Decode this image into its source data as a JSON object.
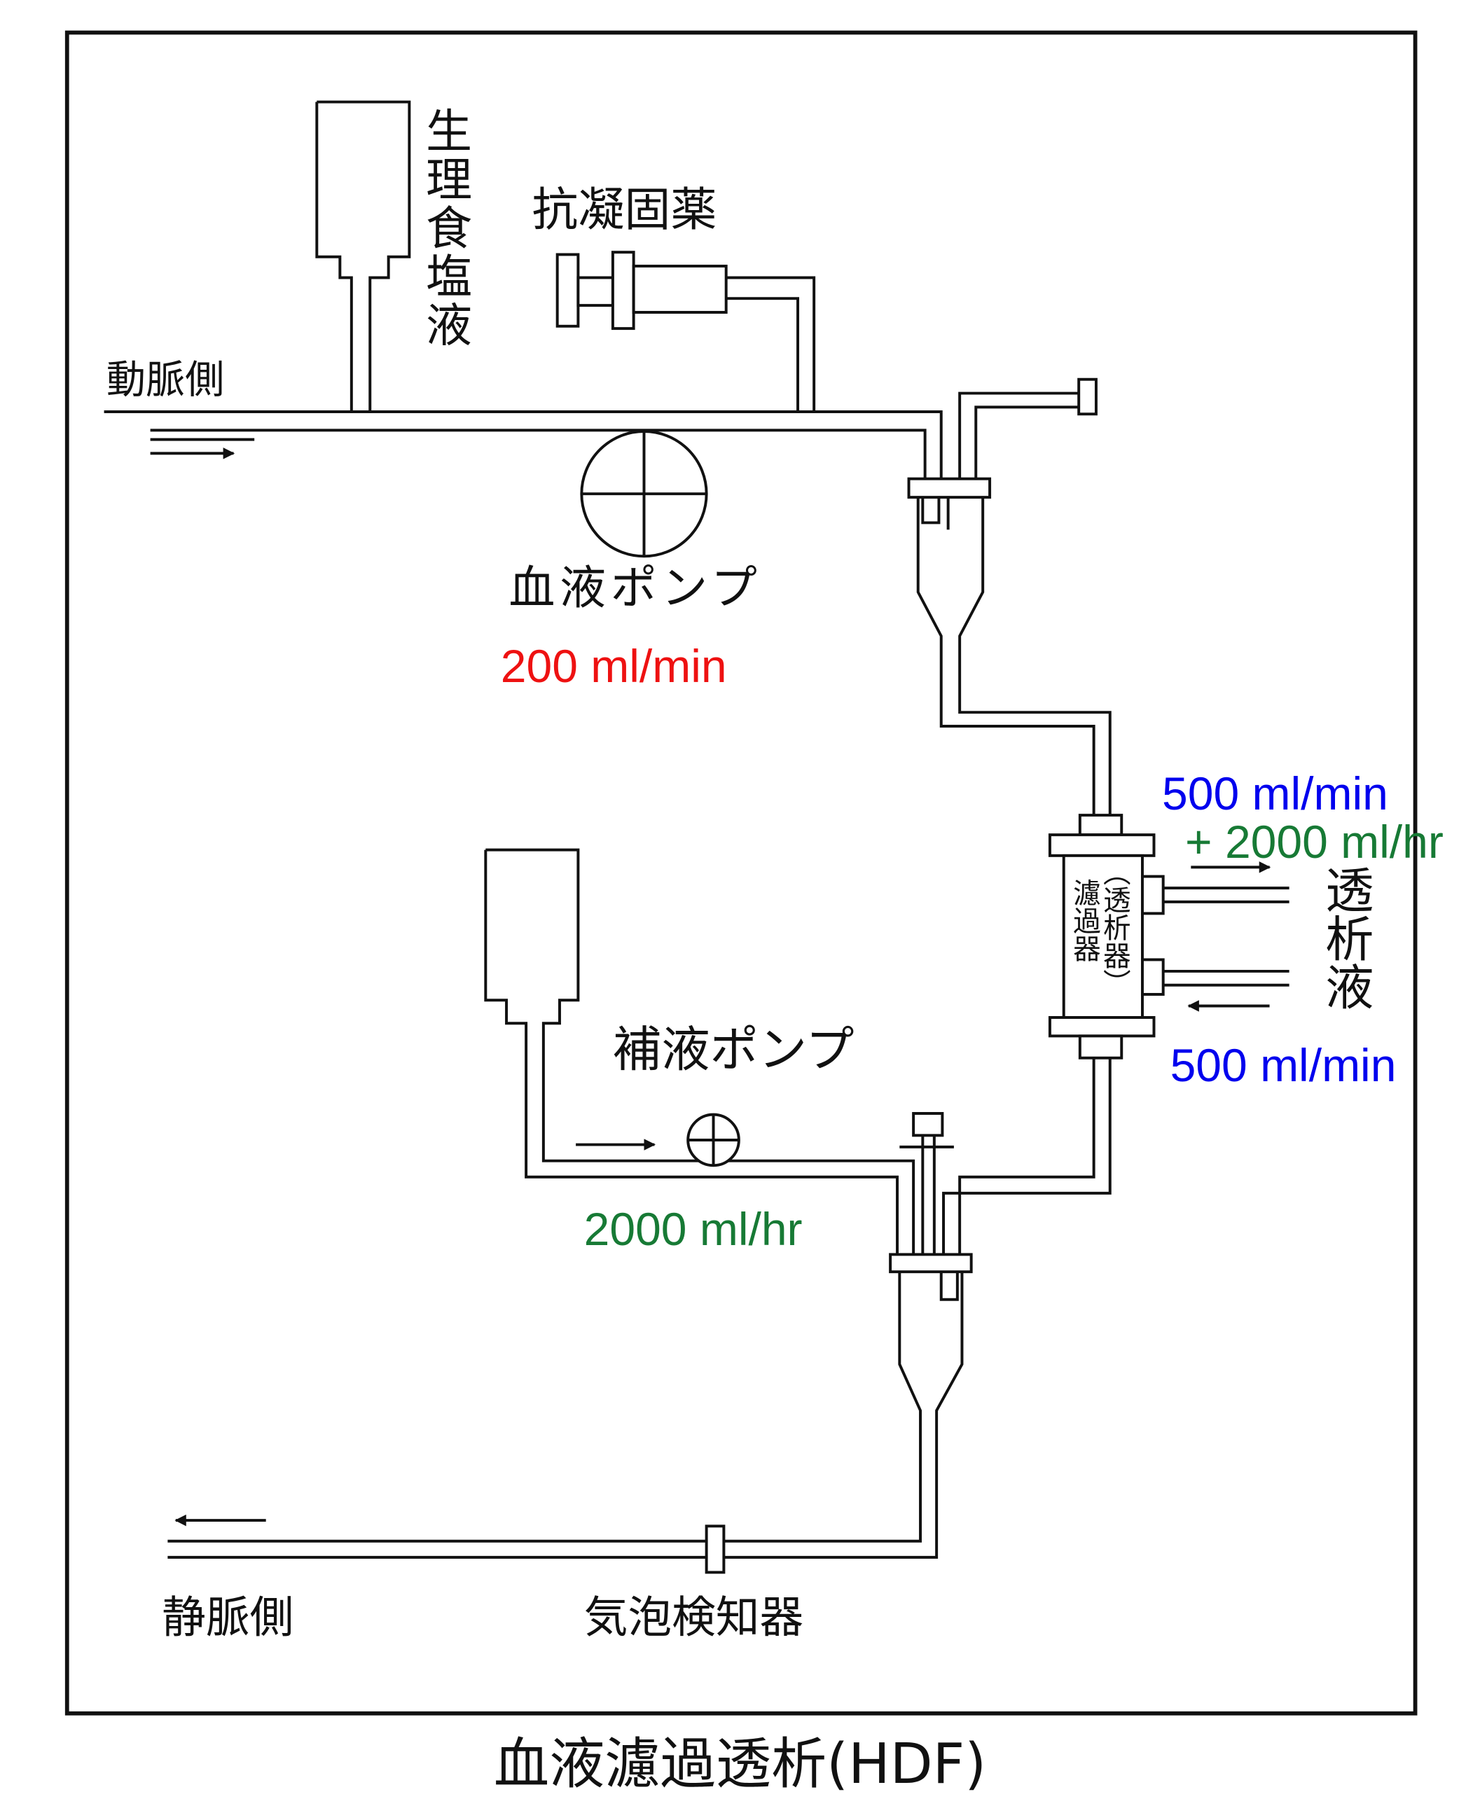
{
  "title": "血液濾過透析(HDF)",
  "labels": {
    "arterial_side": "動脈側",
    "saline": "生理食塩液",
    "anticoagulant": "抗凝固薬",
    "blood_pump": "血液ポンプ",
    "dialyzer_col1": "濾過器",
    "dialyzer_col2": "（透析器）",
    "dialysate": "透析液",
    "replacement_pump": "補液ポンプ",
    "venous_side": "静脈側",
    "air_detector": "気泡検知器"
  },
  "rates": {
    "blood_flow": "200 ml/min",
    "dialysate_out": "500 ml/min",
    "dialysate_out_extra": "+ 2000 ml/hr",
    "dialysate_in": "500 ml/min",
    "replacement_flow": "2000 ml/hr"
  },
  "colors": {
    "blood_flow": "#ee1111",
    "dialysate": "#0000ee",
    "replacement": "#177a35"
  }
}
